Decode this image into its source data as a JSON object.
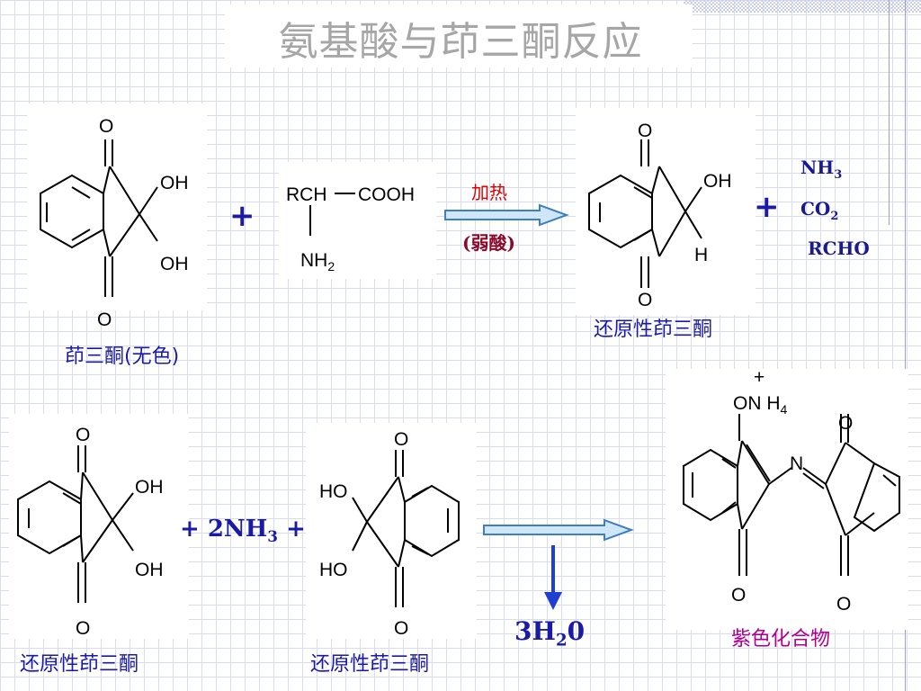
{
  "title": "氨基酸与茚三酮反应",
  "reaction1": {
    "reactant_label": "茚三酮(无色)",
    "plus": "+",
    "amino_acid": {
      "r_group": "RCH",
      "carboxyl": "COOH",
      "amine": "NH",
      "amine_sub": "2"
    },
    "condition_top": "加热",
    "condition_bottom": "(弱酸)",
    "product_label": "还原性茚三酮",
    "plus2": "+",
    "byproducts": [
      {
        "base": "NH",
        "sub": "3"
      },
      {
        "base": "CO",
        "sub": "2"
      },
      {
        "base": "RCHO",
        "sub": ""
      }
    ]
  },
  "reaction2": {
    "left_label": "还原性茚三酮",
    "middle_label": "还原性茚三酮",
    "reagent_prefix": "+ 2NH",
    "reagent_sub": "3",
    "reagent_suffix": " +",
    "byproduct_prefix": "3H",
    "byproduct_sub": "2",
    "byproduct_suffix": "0",
    "product_label": "紫色化合物"
  },
  "atoms": {
    "O": "O",
    "OH": "OH",
    "HO": "HO",
    "H": "H",
    "N": "N",
    "ONH4": "ON H",
    "ONH4_sub": "4",
    "plus_charge": "+"
  },
  "colors": {
    "title": "#a6a6a6",
    "label_blue": "#1a1aa6",
    "condition_red": "#e00000",
    "condition_darkred": "#8b0a2b",
    "product_purple": "#b0008f",
    "arrow_fill": "#cfe6f7",
    "arrow_stroke": "#3f7fc0",
    "down_arrow": "#1f3fd0"
  }
}
